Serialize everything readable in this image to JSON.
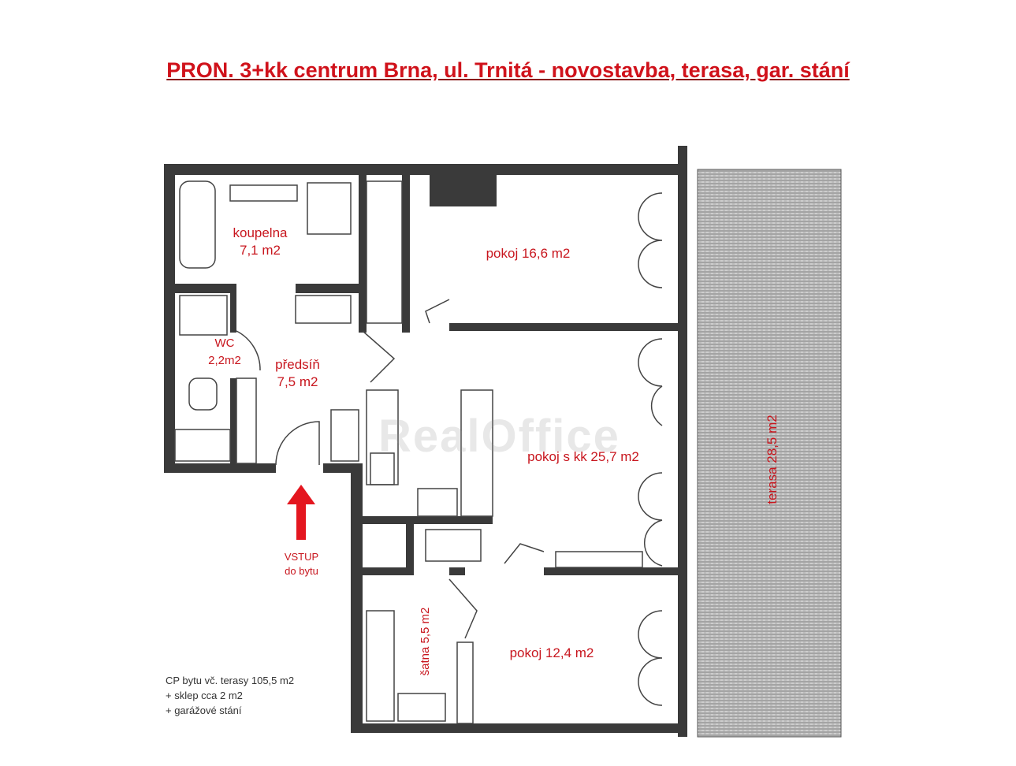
{
  "title": "PRON. 3+kk centrum Brna, ul. Trnitá - novostavba, terasa, gar. stání",
  "watermark": "RealOffice",
  "rooms": {
    "koupelna": [
      "koupelna",
      "7,1 m2"
    ],
    "wc": [
      "WC",
      "2,2m2"
    ],
    "predsin": [
      "předsíň",
      "7,5 m2"
    ],
    "pokoj1": "pokoj 16,6 m2",
    "pokoj_kk": "pokoj s kk 25,7 m2",
    "pokoj2": "pokoj 12,4 m2",
    "satna": "šatna 5,5 m2",
    "terasa": "terasa 28,5 m2"
  },
  "entrance": [
    "VSTUP",
    "do bytu"
  ],
  "notes": [
    "CP bytu vč. terasy 105,5 m2",
    "+ sklep cca 2 m2",
    "+ garážové stání"
  ],
  "colors": {
    "accent": "#d0121b",
    "wall": "#333333"
  }
}
